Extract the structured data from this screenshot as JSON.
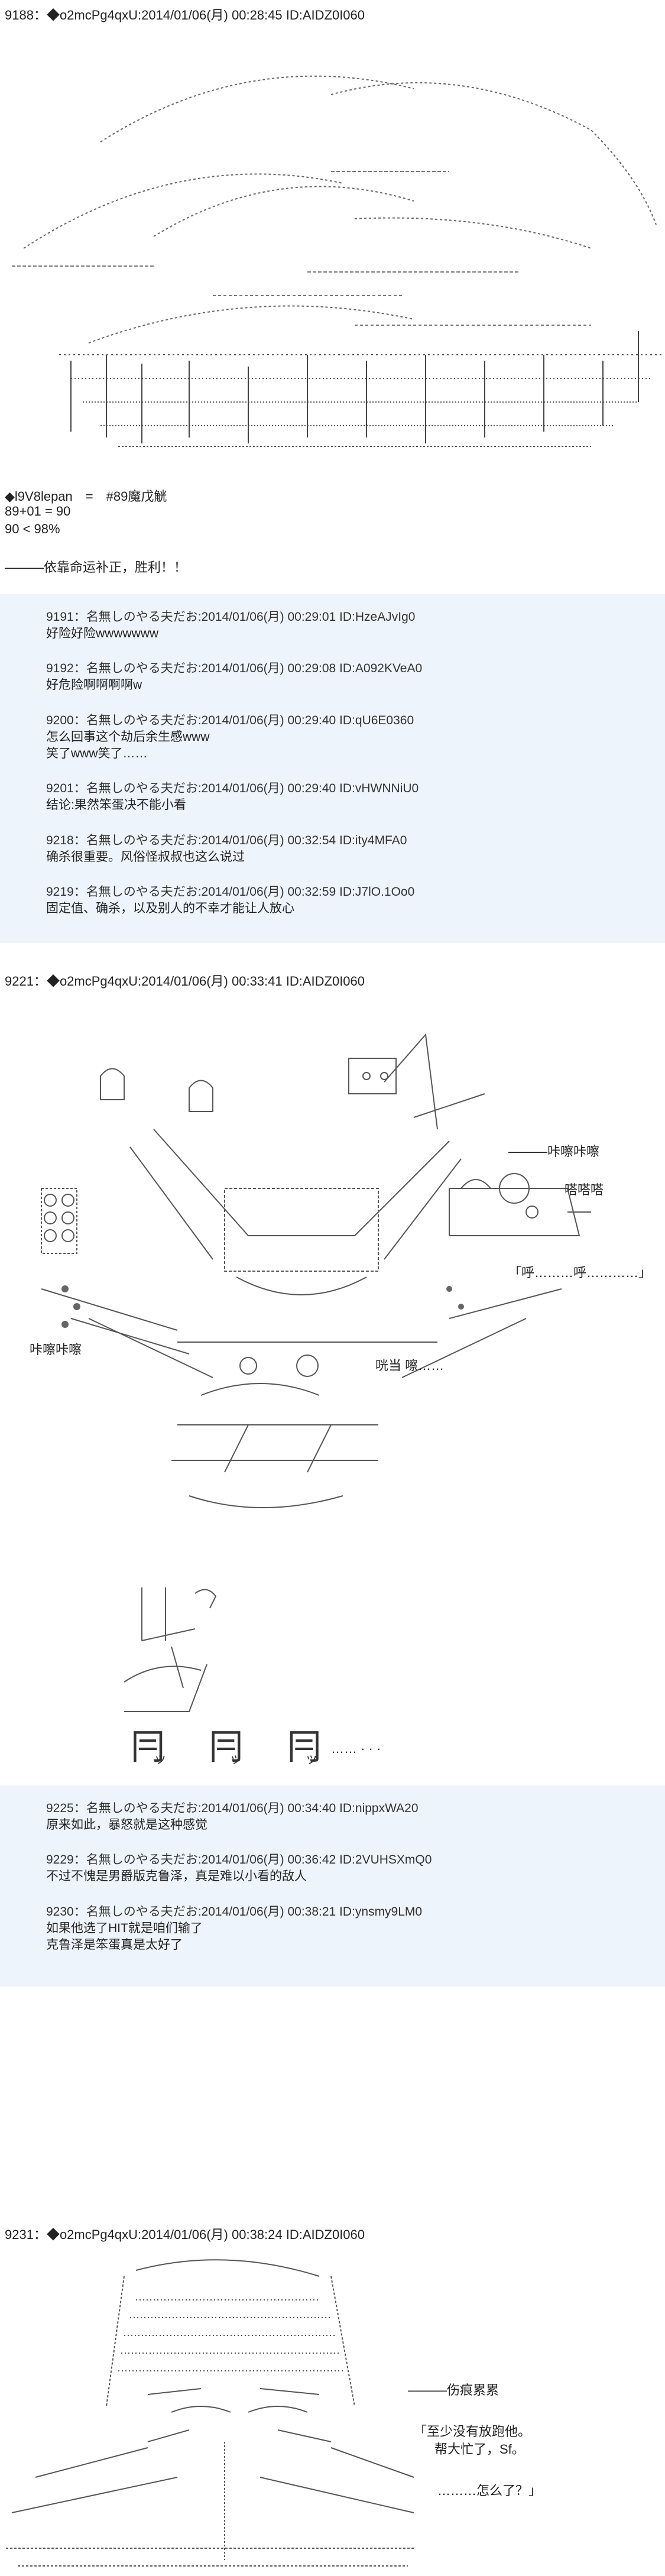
{
  "post1": {
    "header": "9188：◆o2mcPg4qxU:2014/01/06(月) 00:28:45 ID:AIDZ0I060",
    "lines": [
      "◆l9V8lepan　=　#89魔戊觥",
      "89+01 = 90",
      "90 < 98%",
      "———依靠命运补正，胜利！！"
    ],
    "replies": [
      {
        "head": "9191：名無しのやる夫だお:2014/01/06(月) 00:29:01 ID:HzeAJvIg0",
        "text": "好险好险wwwwwww"
      },
      {
        "head": "9192：名無しのやる夫だお:2014/01/06(月) 00:29:08 ID:A092KVeA0",
        "text": "好危险啊啊啊啊w"
      },
      {
        "head": "9200：名無しのやる夫だお:2014/01/06(月) 00:29:40 ID:qU6E0360",
        "text": "怎么回事这个劫后余生感www",
        "text2": "笑了www笑了……"
      },
      {
        "head": "9201：名無しのやる夫だお:2014/01/06(月) 00:29:40 ID:vHWNNiU0",
        "text": "结论:果然笨蛋决不能小看"
      },
      {
        "head": "9218：名無しのやる夫だお:2014/01/06(月) 00:32:54 ID:ity4MFA0",
        "text": "确杀很重要。风俗怪叔叔也这么说过"
      },
      {
        "head": "9219：名無しのやる夫だお:2014/01/06(月) 00:32:59 ID:J7lO.1Oo0",
        "text": "固定值、确杀，以及别人的不幸才能让人放心"
      }
    ]
  },
  "post2": {
    "header": "9221：◆o2mcPg4qxU:2014/01/06(月) 00:33:41 ID:AIDZ0I060",
    "sfx1": "———咔嚓咔嚓",
    "sfx2": "嗒嗒嗒",
    "sfx3": "「呼………呼…………」",
    "sfx4": "咔嚓咔嚓",
    "sfx5": "咣当 嚓……",
    "ellipsis": "…… ·  ·  ·",
    "replies": [
      {
        "head": "9225：名無しのやる夫だお:2014/01/06(月) 00:34:40 ID:nippxWA20",
        "text": "原来如此，暴怒就是这种感觉"
      },
      {
        "head": "9229：名無しのやる夫だお:2014/01/06(月) 00:36:42 ID:2VUHSXmQ0",
        "text": "不过不愧是男爵版克鲁泽，真是难以小看的敌人"
      },
      {
        "head": "9230：名無しのやる夫だお:2014/01/06(月) 00:38:21 ID:ynsmy9LM0",
        "text": "如果他选了HIT就是咱们输了",
        "text2": "克鲁泽是笨蛋真是太好了"
      }
    ]
  },
  "post3": {
    "header": "9231：◆o2mcPg4qxU:2014/01/06(月) 00:38:24 ID:AIDZ0I060",
    "label": "———伤痕累累",
    "bubble1": "「至少没有放跑他。",
    "bubble2": "帮大忙了，Sf。",
    "bubble3": "………怎么了？」"
  },
  "colors": {
    "reply_bg": "#eef4fb",
    "text": "#222222"
  }
}
